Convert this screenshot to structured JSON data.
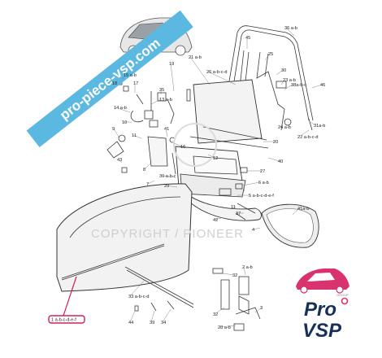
{
  "banner": {
    "text": "pro-piece-vsp.com",
    "color": "#5bb8e0"
  },
  "watermark": {
    "text": "COPYRIGHT / PIONEER"
  },
  "logo": {
    "group_text": "GROUP",
    "line1": "Pro",
    "line2": "VSP",
    "accent_color": "#d8336f",
    "dark_color": "#17305a"
  },
  "highlight": {
    "color": "#d0205f",
    "label": "1 a-b-c-d-e-f"
  },
  "labels": [
    {
      "id": "l36",
      "text": "36 a-b"
    },
    {
      "id": "l45",
      "text": "45"
    },
    {
      "id": "l25",
      "text": "25"
    },
    {
      "id": "l30",
      "text": "30"
    },
    {
      "id": "l46",
      "text": "46"
    },
    {
      "id": "l21",
      "text": "21 a-b"
    },
    {
      "id": "l26",
      "text": "26 a-b-c-d"
    },
    {
      "id": "l23",
      "text": "23 a-b"
    },
    {
      "id": "l38",
      "text": "38a-b-c"
    },
    {
      "id": "l31",
      "text": "31a-b"
    },
    {
      "id": "l24",
      "text": "24 a-b"
    },
    {
      "id": "l22",
      "text": "22 a-b-c-d"
    },
    {
      "id": "l19",
      "text": "19"
    },
    {
      "id": "l15",
      "text": "15 a-b"
    },
    {
      "id": "l18",
      "text": "18"
    },
    {
      "id": "l17",
      "text": "17"
    },
    {
      "id": "l35",
      "text": "35"
    },
    {
      "id": "l14",
      "text": "14 a-b"
    },
    {
      "id": "l13",
      "text": "13 a-b"
    },
    {
      "id": "l10",
      "text": "10"
    },
    {
      "id": "l11",
      "text": "11"
    },
    {
      "id": "l9",
      "text": "9"
    },
    {
      "id": "l41",
      "text": "41"
    },
    {
      "id": "l43",
      "text": "43"
    },
    {
      "id": "l8",
      "text": "8"
    },
    {
      "id": "l16",
      "text": "16"
    },
    {
      "id": "l12",
      "text": "12"
    },
    {
      "id": "l20",
      "text": "20"
    },
    {
      "id": "l40",
      "text": "40"
    },
    {
      "id": "l27",
      "text": "27"
    },
    {
      "id": "l6",
      "text": "6 a-b"
    },
    {
      "id": "l7",
      "text": "7"
    },
    {
      "id": "l39b",
      "text": "39 a-b-c"
    },
    {
      "id": "l29",
      "text": "29"
    },
    {
      "id": "l5",
      "text": "5 a-b-c-d-e-f"
    },
    {
      "id": "l37",
      "text": "37"
    },
    {
      "id": "l11b",
      "text": "11"
    },
    {
      "id": "l41ab",
      "text": "41a-b"
    },
    {
      "id": "l42",
      "text": "42"
    },
    {
      "id": "l4",
      "text": "4"
    },
    {
      "id": "l33",
      "text": "33 a-b-c-d"
    },
    {
      "id": "l32a",
      "text": "32"
    },
    {
      "id": "l2",
      "text": "2 a-b"
    },
    {
      "id": "l32b",
      "text": "32"
    },
    {
      "id": "l3",
      "text": "3"
    },
    {
      "id": "l28",
      "text": "28 a-b"
    },
    {
      "id": "l44",
      "text": "44"
    },
    {
      "id": "l39",
      "text": "39"
    },
    {
      "id": "l34",
      "text": "34"
    }
  ]
}
